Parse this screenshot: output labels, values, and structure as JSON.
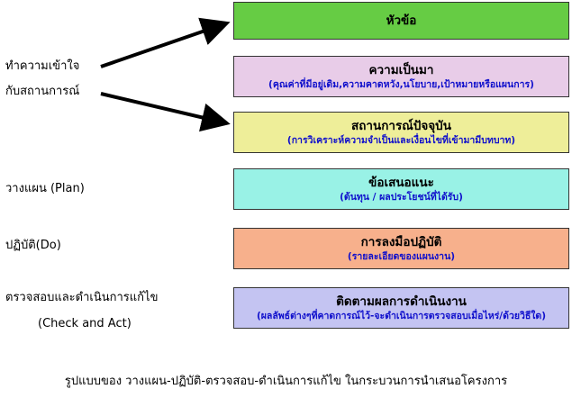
{
  "left_labels": {
    "understand_line1": "ทำความเข้าใจ",
    "understand_line2": "กับสถานการณ์",
    "plan": "วางแผน (Plan)",
    "do": "ปฏิบัติ(Do)",
    "check_act_line1": "ตรวจสอบและดำเนินการแก้ไข",
    "check_act_line2": "(Check and Act)"
  },
  "boxes": [
    {
      "title": "หัวข้อ",
      "subtitle": "",
      "fill": "#66cc44"
    },
    {
      "title": "ความเป็นมา",
      "subtitle": "(คุณค่าที่มีอยู่เดิม,ความคาดหวัง,นโยบาย,เป้าหมายหรือแผนการ)",
      "fill": "#e8cce8"
    },
    {
      "title": "สถานการณ์ปัจจุบัน",
      "subtitle": "(การวิเคราะห์ความจำเป็นและเงื่อนไขที่เข้ามามีบทบาท)",
      "fill": "#eeee99"
    },
    {
      "title": "ข้อเสนอแนะ",
      "subtitle": "(ต้นทุน / ผลประโยชน์ที่ได้รับ)",
      "fill": "#99f2e6"
    },
    {
      "title": "การลงมือปฏิบัติ",
      "subtitle": "(รายละเอียดของแผนงาน)",
      "fill": "#f7b08c"
    },
    {
      "title": "ติดตามผลการดำเนินงาน",
      "subtitle": "(ผลลัพธ์ต่างๆที่คาดการณ์ไว้-จะดำเนินการตรวจสอบเมื่อไหร่/ด้วยวิธีใด)",
      "fill": "#c4c4f2"
    }
  ],
  "caption": "รูปแบบของ วางแผน-ปฏิบัติ-ตรวจสอบ-ดำเนินการแก้ไข ในกระบวนการนำเสนอโครงการ"
}
